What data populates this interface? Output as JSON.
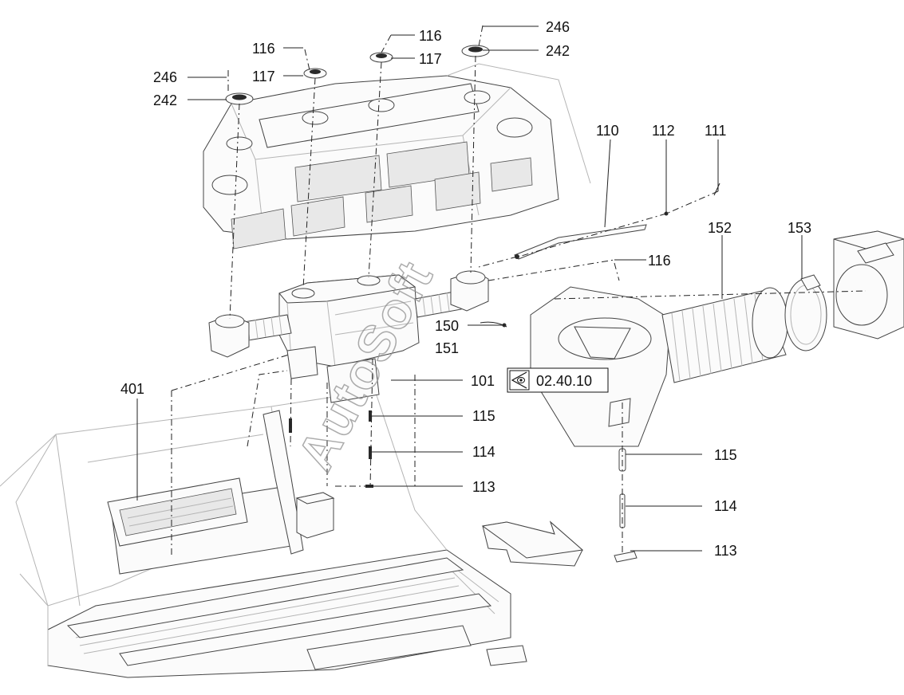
{
  "callouts": [
    {
      "id": "c246a",
      "text": "246"
    },
    {
      "id": "c242a",
      "text": "242"
    },
    {
      "id": "c116a",
      "text": "116"
    },
    {
      "id": "c117a",
      "text": "117"
    },
    {
      "id": "c116b",
      "text": "116"
    },
    {
      "id": "c117b",
      "text": "117"
    },
    {
      "id": "c246b",
      "text": "246"
    },
    {
      "id": "c242b",
      "text": "242"
    },
    {
      "id": "c110",
      "text": "110"
    },
    {
      "id": "c112",
      "text": "112"
    },
    {
      "id": "c111",
      "text": "111"
    },
    {
      "id": "c152",
      "text": "152"
    },
    {
      "id": "c153",
      "text": "153"
    },
    {
      "id": "c116c",
      "text": "116"
    },
    {
      "id": "c150",
      "text": "150"
    },
    {
      "id": "c151",
      "text": "151"
    },
    {
      "id": "c101",
      "text": "101"
    },
    {
      "id": "c401",
      "text": "401"
    },
    {
      "id": "c115a",
      "text": "115"
    },
    {
      "id": "c114a",
      "text": "114"
    },
    {
      "id": "c113a",
      "text": "113"
    },
    {
      "id": "c115b",
      "text": "115"
    },
    {
      "id": "c114b",
      "text": "114"
    },
    {
      "id": "c113b",
      "text": "113"
    }
  ],
  "reference": {
    "text": "02.40.10",
    "icon": "view-eye-icon"
  },
  "watermark": "AutoSoft"
}
